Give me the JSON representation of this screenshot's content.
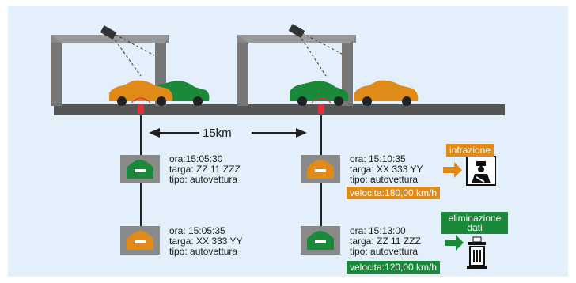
{
  "distance": "15km",
  "colors": {
    "orange": "#e08a1a",
    "green": "#1a8a3a",
    "gray": "#6b6b6b",
    "road": "#555555"
  },
  "records": [
    {
      "ora": "ora:15:05:30",
      "targa": "targa: ZZ 11 ZZZ",
      "tipo": "tipo: autovettura",
      "car": "green"
    },
    {
      "ora": "ora: 15:05:35",
      "targa": "targa: XX 333 YY",
      "tipo": "tipo: autovettura",
      "car": "orange"
    },
    {
      "ora": "ora: 15:10:35",
      "targa": "targa: XX 333 YY",
      "tipo": "tipo: autovettura",
      "car": "orange",
      "speed": "velocita:180,00 km/h",
      "tag": "infrazione",
      "icon": "police-officer-icon"
    },
    {
      "ora": "ora: 15:13:00",
      "targa": "targa: ZZ 11 ZZZ",
      "tipo": "tipo: autovettura",
      "car": "green",
      "speed": "velocita:120,00 km/h",
      "tag_line1": "eliminazione",
      "tag_line2": "dati",
      "icon": "trash-can-icon"
    }
  ]
}
